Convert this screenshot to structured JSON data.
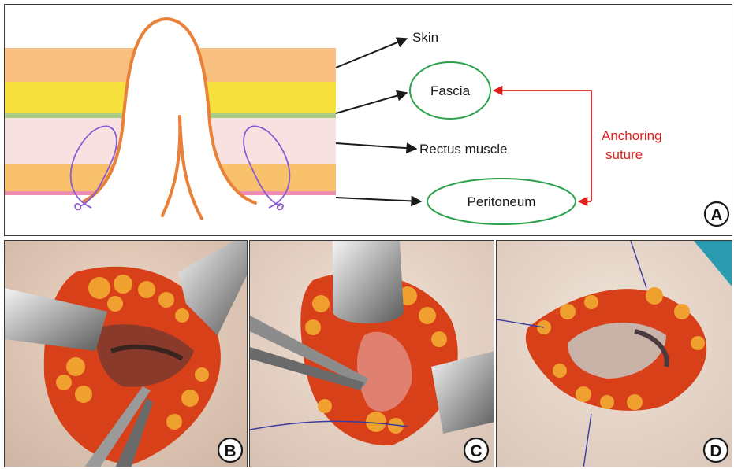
{
  "panel_a": {
    "labels": {
      "skin": "Skin",
      "fascia": "Fascia",
      "rectus": "Rectus muscle",
      "peritoneum": "Peritoneum",
      "anchoring_line1": "Anchoring",
      "anchoring_line2": "suture"
    },
    "badge": "A",
    "colors": {
      "skin_layer": "#f9bf7e",
      "fat_layer": "#f6e03b",
      "fascia_line": "#a9cd84",
      "muscle_layer": "#f8e1e1",
      "deep_layer": "#f9c16b",
      "peritoneum_line": "#ef8fb0",
      "stoma_outline": "#e8823a",
      "suture": "#8a5bd0",
      "ellipse": "#2aa14a",
      "anchoring": "#e0201b",
      "arrow": "#1a1a1a"
    }
  },
  "panel_b": {
    "badge": "B"
  },
  "panel_c": {
    "badge": "C"
  },
  "panel_d": {
    "badge": "D"
  }
}
